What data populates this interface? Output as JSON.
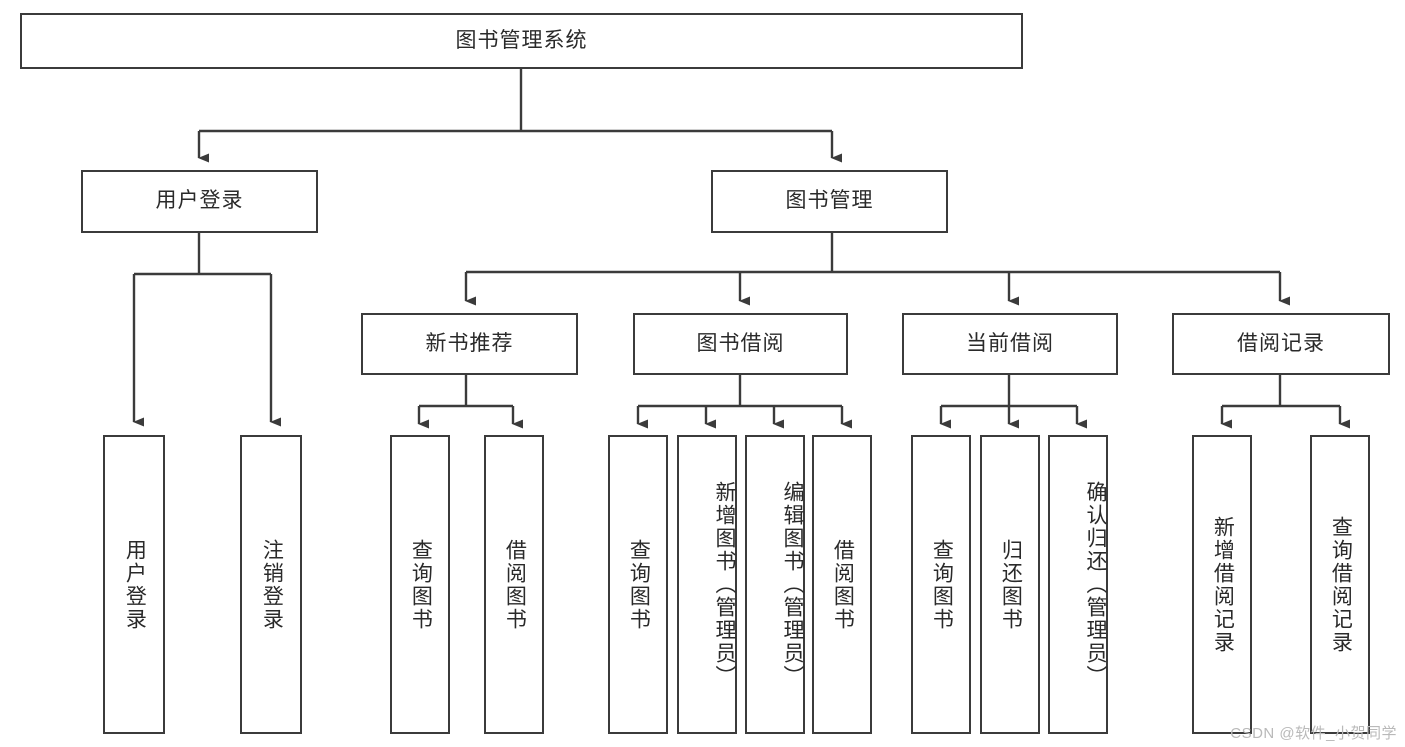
{
  "diagram": {
    "title": "图书管理系统",
    "watermark": "CSDN @软件_小贺同学",
    "type": "tree-hierarchy-diagram",
    "colors": {
      "box_border": "#3b3b3b",
      "box_fill": "#ffffff",
      "text": "#2a2a2a",
      "edge": "#3b3b3b",
      "watermark": "#b9b9b9",
      "background": "#ffffff"
    },
    "root": {
      "label": "图书管理系统"
    },
    "level2": [
      {
        "label": "用户登录"
      },
      {
        "label": "图书管理"
      }
    ],
    "level3": [
      {
        "label": "新书推荐"
      },
      {
        "label": "图书借阅"
      },
      {
        "label": "当前借阅"
      },
      {
        "label": "借阅记录"
      }
    ],
    "leaves": {
      "user_login": [
        {
          "label": "用户登录"
        },
        {
          "label": "注销登录"
        }
      ],
      "new_book_recommend": [
        {
          "label": "查询图书"
        },
        {
          "label": "借阅图书"
        }
      ],
      "book_borrow": [
        {
          "label": "查询图书"
        },
        {
          "label": "新增图书（管理员）"
        },
        {
          "label": "编辑图书（管理员）"
        },
        {
          "label": "借阅图书"
        }
      ],
      "current_borrow": [
        {
          "label": "查询图书"
        },
        {
          "label": "归还图书"
        },
        {
          "label": "确认归还（管理员）"
        }
      ],
      "borrow_record": [
        {
          "label": "新增借阅记录"
        },
        {
          "label": "查询借阅记录"
        }
      ]
    }
  },
  "chart_data": {
    "type": "table",
    "title": "图书管理系统",
    "nodes": [
      {
        "id": "root",
        "label": "图书管理系统",
        "level": 1,
        "parent": null
      },
      {
        "id": "user-login",
        "label": "用户登录",
        "level": 2,
        "parent": "root"
      },
      {
        "id": "book-manage",
        "label": "图书管理",
        "level": 2,
        "parent": "root"
      },
      {
        "id": "new-book",
        "label": "新书推荐",
        "level": 3,
        "parent": "book-manage"
      },
      {
        "id": "book-borrow",
        "label": "图书借阅",
        "level": 3,
        "parent": "book-manage"
      },
      {
        "id": "current-borrow",
        "label": "当前借阅",
        "level": 3,
        "parent": "book-manage"
      },
      {
        "id": "borrow-record",
        "label": "借阅记录",
        "level": 3,
        "parent": "book-manage"
      },
      {
        "id": "leaf-user-login",
        "label": "用户登录",
        "level": 3,
        "parent": "user-login"
      },
      {
        "id": "leaf-user-logout",
        "label": "注销登录",
        "level": 3,
        "parent": "user-login"
      },
      {
        "id": "leaf-nb-query",
        "label": "查询图书",
        "level": 4,
        "parent": "new-book"
      },
      {
        "id": "leaf-nb-borrow",
        "label": "借阅图书",
        "level": 4,
        "parent": "new-book"
      },
      {
        "id": "leaf-bb-query",
        "label": "查询图书",
        "level": 4,
        "parent": "book-borrow"
      },
      {
        "id": "leaf-bb-add",
        "label": "新增图书（管理员）",
        "level": 4,
        "parent": "book-borrow"
      },
      {
        "id": "leaf-bb-edit",
        "label": "编辑图书（管理员）",
        "level": 4,
        "parent": "book-borrow"
      },
      {
        "id": "leaf-bb-borrow",
        "label": "借阅图书",
        "level": 4,
        "parent": "book-borrow"
      },
      {
        "id": "leaf-cb-query",
        "label": "查询图书",
        "level": 4,
        "parent": "current-borrow"
      },
      {
        "id": "leaf-cb-return",
        "label": "归还图书",
        "level": 4,
        "parent": "current-borrow"
      },
      {
        "id": "leaf-cb-confirm",
        "label": "确认归还（管理员）",
        "level": 4,
        "parent": "current-borrow"
      },
      {
        "id": "leaf-br-add",
        "label": "新增借阅记录",
        "level": 4,
        "parent": "borrow-record"
      },
      {
        "id": "leaf-br-query",
        "label": "查询借阅记录",
        "level": 4,
        "parent": "borrow-record"
      }
    ]
  }
}
